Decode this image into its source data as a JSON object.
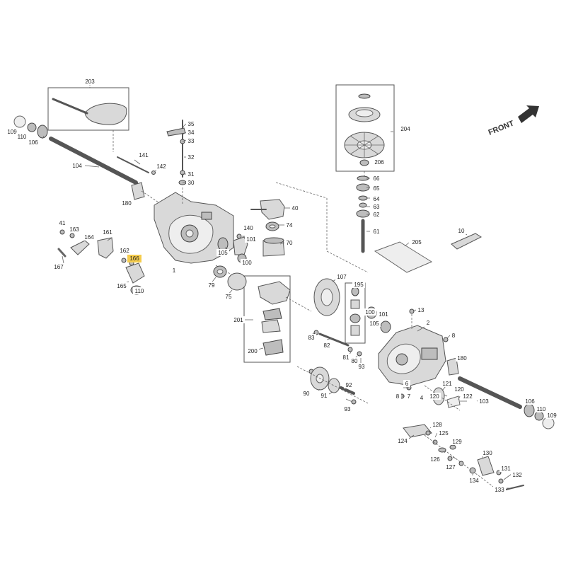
{
  "diagram": {
    "front_label": "FRONT",
    "highlight_color": "#f5cc4d",
    "callouts": {
      "c203": "203",
      "c109l": "109",
      "c110l": "110",
      "c106l": "106",
      "c141": "141",
      "c104l": "104",
      "c142": "142",
      "c180l": "180",
      "c35": "35",
      "c34": "34",
      "c33": "33",
      "c32": "32",
      "c31": "31",
      "c30": "30",
      "c40": "40",
      "c74": "74",
      "c70": "70",
      "c140": "140",
      "c105l": "105",
      "c101l": "101",
      "c100l": "100",
      "c1": "1",
      "c41": "41",
      "c163": "163",
      "c164": "164",
      "c161": "161",
      "c162": "162",
      "c166": "166",
      "c167": "167",
      "c165": "165",
      "c110m": "110",
      "c79": "79",
      "c75": "75",
      "c201": "201",
      "c200": "200",
      "c107": "107",
      "c195": "195",
      "c100r": "100",
      "c101r": "101",
      "c105r": "105",
      "c83": "83",
      "c82": "82",
      "c81": "81",
      "c80": "80",
      "c93a": "93",
      "c204": "204",
      "c206": "206",
      "c66": "66",
      "c65": "65",
      "c64": "64",
      "c63": "63",
      "c62": "62",
      "c61": "61",
      "c205": "205",
      "c10": "10",
      "c13": "13",
      "c2": "2",
      "c8a": "8",
      "c180r": "180",
      "c121": "121",
      "c120a": "120",
      "c120b": "120",
      "c122": "122",
      "c103": "103",
      "c106r": "106",
      "c110r": "110",
      "c109r": "109",
      "c6": "6",
      "c7": "7",
      "c8b": "8",
      "c4": "4",
      "c90": "90",
      "c91": "91",
      "c92": "92",
      "c93b": "93",
      "c128": "128",
      "c125": "125",
      "c124": "124",
      "c129": "129",
      "c126": "126",
      "c127": "127",
      "c130": "130",
      "c131": "131",
      "c132": "132",
      "c134": "134",
      "c133": "133"
    }
  }
}
